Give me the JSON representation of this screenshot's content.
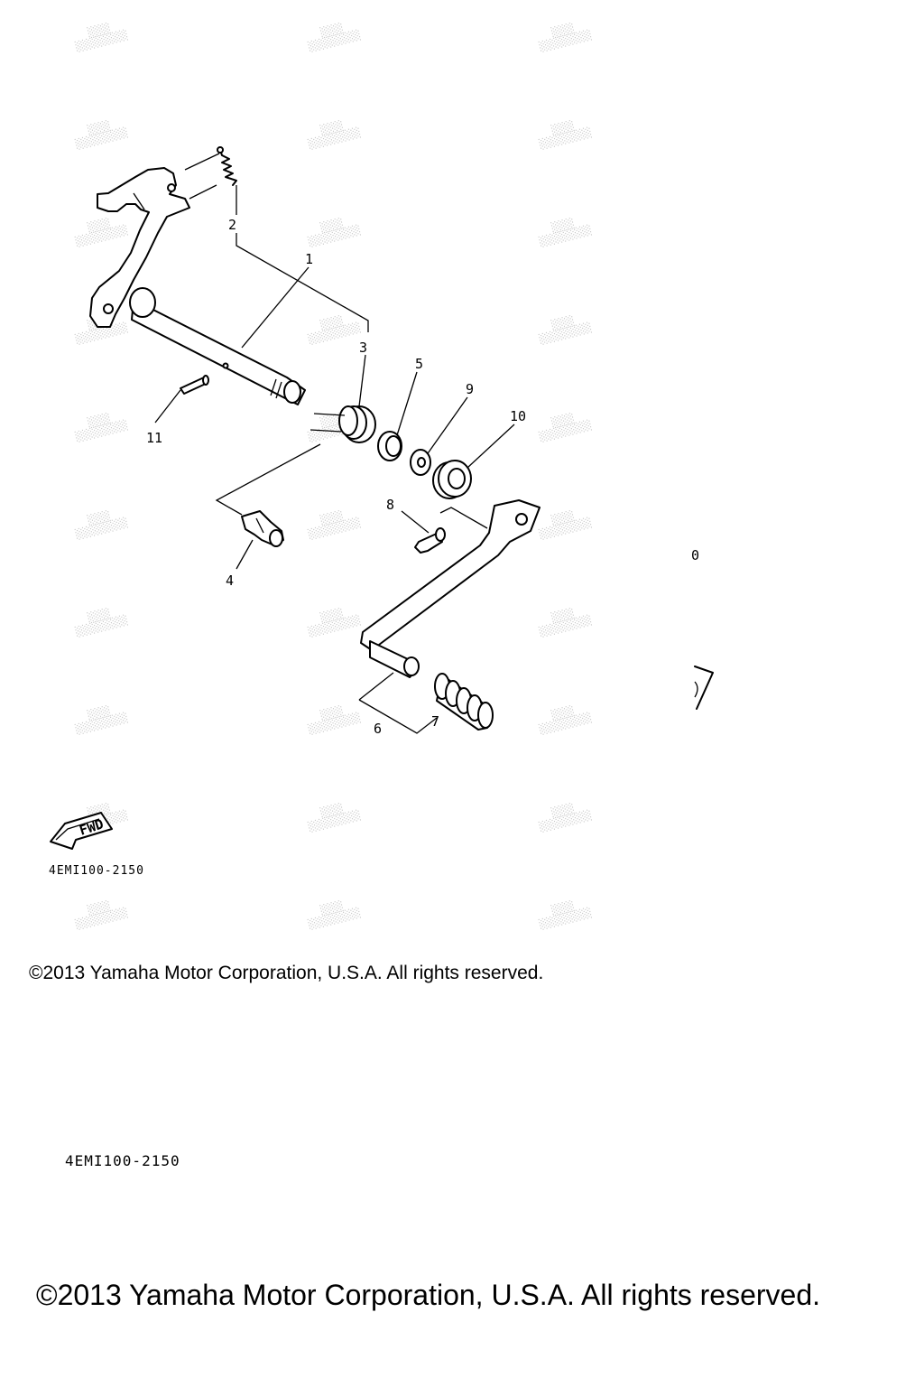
{
  "callouts": {
    "c1": "1",
    "c2": "2",
    "c3": "3",
    "c4": "4",
    "c5": "5",
    "c6": "6",
    "c7": "7",
    "c8": "8",
    "c9": "9",
    "c10": "10",
    "c11": "11"
  },
  "fwd_label": "FWD",
  "edge_fragment": "0",
  "diagram_code_small": "4EMI100-2150",
  "diagram_code_large": "4EMI100-2150",
  "copyright_small": "©2013 Yamaha Motor Corporation, U.S.A. All rights reserved.",
  "copyright_large": "©2013 Yamaha Motor Corporation, U.S.A. All rights reserved."
}
